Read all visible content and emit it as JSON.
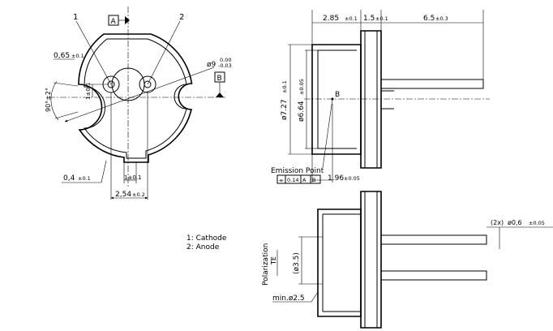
{
  "front_view": {
    "callout_1": "1",
    "callout_2": "2",
    "datum_a": "A",
    "datum_b": "B",
    "dim_flat_depth": "0,65",
    "dim_flat_depth_tol": "±0.1",
    "dim_angle": "90°±2°",
    "dim_diameter": "ø9",
    "dim_diameter_tol_upper": "0.00",
    "dim_diameter_tol_lower": "-0.03",
    "dim_center_offset": "1±0.1",
    "dim_bottom_notch": "1±0.1",
    "dim_notch_depth": "0,4",
    "dim_notch_depth_tol": "±0.1",
    "dim_pin_spacing": "2,54",
    "dim_pin_spacing_tol": "±0.2"
  },
  "legend": {
    "line1": "1:  Cathode",
    "line2": "2:  Anode"
  },
  "side_view": {
    "dim_flange_to_cap": "2.85",
    "dim_flange_to_cap_tol": "±0.1",
    "dim_flange_thickness": "1.5",
    "dim_flange_thickness_tol": "±0.1",
    "dim_pin_length": "6.5",
    "dim_pin_length_tol": "±0.3",
    "dim_flange_diameter": "ø7.27",
    "dim_flange_diameter_tol": "±0.1",
    "dim_cap_diameter": "ø6.64",
    "dim_cap_diameter_tol": "±0.05",
    "point_label": "B",
    "emission_point_label": "Emission Point",
    "dim_emission_depth": "1.96",
    "dim_emission_depth_tol": "±0.05",
    "frame_symbol": "⌯",
    "frame_tol": "0.14",
    "frame_ref_a": "A",
    "frame_ref_b": "B"
  },
  "bottom_view": {
    "pin_count_label": "(2x)",
    "pin_diameter": "ø0,6",
    "pin_diameter_tol": "±0.05",
    "window_diameter": "(ø3.5)",
    "polarization_label": "Polarization",
    "polarization_mode": "TE",
    "min_diameter": "min.ø2.5"
  }
}
